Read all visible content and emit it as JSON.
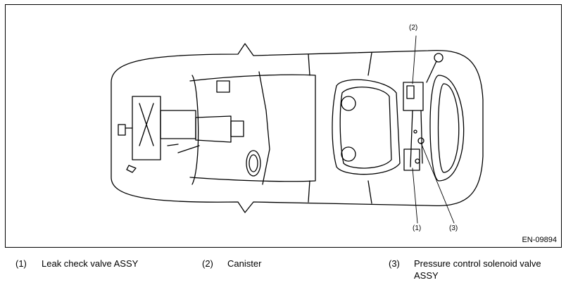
{
  "figure": {
    "id": "EN-09894",
    "callouts": {
      "c1": "(1)",
      "c2": "(2)",
      "c3": "(3)"
    }
  },
  "legend": [
    {
      "num": "(1)",
      "text": "Leak check valve ASSY"
    },
    {
      "num": "(2)",
      "text": "Canister"
    },
    {
      "num": "(3)",
      "text": "Pressure control solenoid valve ASSY"
    }
  ]
}
